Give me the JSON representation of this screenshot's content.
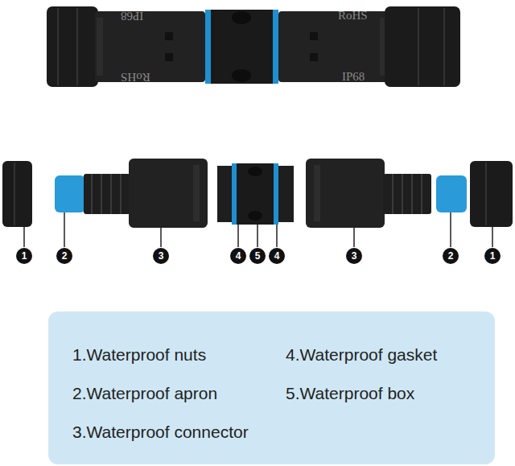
{
  "diagram": {
    "nodes": [
      {
        "text": [
          "1.Waterproof nuts",
          "2.Waterproof apron",
          "3.Waterproof connector",
          "4.Waterproof gasket",
          "5.Waterproof box"
        ]
      }
    ],
    "labels": [
      "IP68",
      "RoHS",
      "RoHS",
      "IP68",
      "1",
      "2",
      "3",
      "4",
      "5",
      "4",
      "3",
      "2",
      "1"
    ]
  }
}
